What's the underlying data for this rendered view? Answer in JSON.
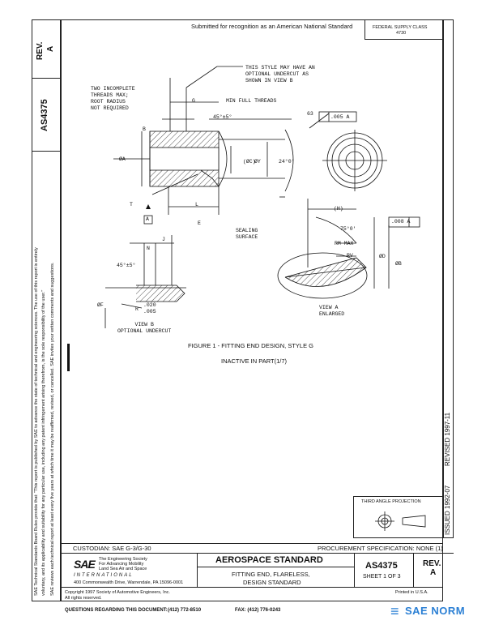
{
  "header": {
    "submitted": "Submitted for recognition as an American National Standard",
    "federal_label": "FEDERAL SUPPLY CLASS",
    "federal_value": "4730"
  },
  "left_column": {
    "rev_label": "REV.",
    "rev_value": "A",
    "doc_number": "AS4375",
    "disclaimer_1": "SAE Technical Standards Board Rules provide that: \"This report is published by SAE to advance the state of technical and engineering sciences. The use of this report is entirely",
    "disclaimer_2": "voluntary, and its applicability and suitability for any particular use, including any patent infringement arising therefrom, is the sole responsibility of the user.\"",
    "disclaimer_3": "SAE reviews each technical report at least every five years at which time it may be reaffirmed, revised, or cancelled. SAE invites your written comments and suggestions."
  },
  "right_column": {
    "revised": "REVISED 1997-11",
    "issued": "ISSUED 1992-07"
  },
  "drawing": {
    "style_note": [
      "THIS STYLE MAY HAVE AN",
      "OPTIONAL UNDERCUT AS",
      "SHOWN IN VIEW B"
    ],
    "threads_note": [
      "TWO INCOMPLETE",
      "THREADS MAX;",
      "ROOT RADIUS",
      "NOT REQUIRED"
    ],
    "min_full_threads": "MIN FULL THREADS",
    "g": "G",
    "chamfer_45": "45°±5°",
    "tol_63": "63",
    "tol_005": ".005 A",
    "b": "B",
    "a_dia": "ØA",
    "c_dia": "(ØC)",
    "y_dia": "ØY",
    "angle_24": "24°0'",
    "t": "T",
    "a_label": "A",
    "l": "L",
    "e": "E",
    "sealing": [
      "SEALING",
      "SURFACE"
    ],
    "h": "(H)",
    "angle_75": "75°0'",
    "tol_008": ".008 A",
    "rm_max": "RM MAX",
    "rv": "RV",
    "d_dia": "ØD",
    "b_dia": "ØB",
    "view_a": [
      "VIEW A",
      "ENLARGED"
    ],
    "j": "J",
    "n": "N",
    "chamfer_45b": "45°±5°",
    "f_dia": "ØF",
    "r": "R",
    "r_val": ".020",
    "r_val2": ".005",
    "view_b": [
      "VIEW B",
      "OPTIONAL UNDERCUT"
    ],
    "figure_caption": "FIGURE 1 - FITTING END DESIGN, STYLE G",
    "inactive": "INACTIVE IN PART(1/7)"
  },
  "third_angle": "THIRD ANGLE PROJECTION",
  "footer": {
    "custodian": "CUSTODIAN:  SAE G-3/G-30",
    "procurement": "PROCUREMENT SPECIFICATION:  NONE (1)",
    "sae_lines": [
      "The Engineering Society",
      "For Advancing Mobility",
      "Land Sea Air and Space",
      "INTERNATIONAL"
    ],
    "sae_address": "400 Commonwealth Drive, Warrendale, PA 15096-0001",
    "sae_logo": "SAE",
    "aero": "AEROSPACE STANDARD",
    "title_line1": "FITTING END, FLARELESS,",
    "title_line2": "DESIGN STANDARD",
    "doc_number": "AS4375",
    "sheet": "SHEET 1 OF 3",
    "rev_label": "REV.",
    "rev_value": "A",
    "copyright": "Copyright 1997 Society of Automotive Engineers, Inc.",
    "rights": "All rights reserved.",
    "printed": "Printed in U.S.A.",
    "questions": "QUESTIONS REGARDING THIS DOCUMENT:",
    "phone": "(412) 772-8510",
    "fax": "FAX: (412) 776-0243",
    "watermark": "SAE NORM"
  }
}
